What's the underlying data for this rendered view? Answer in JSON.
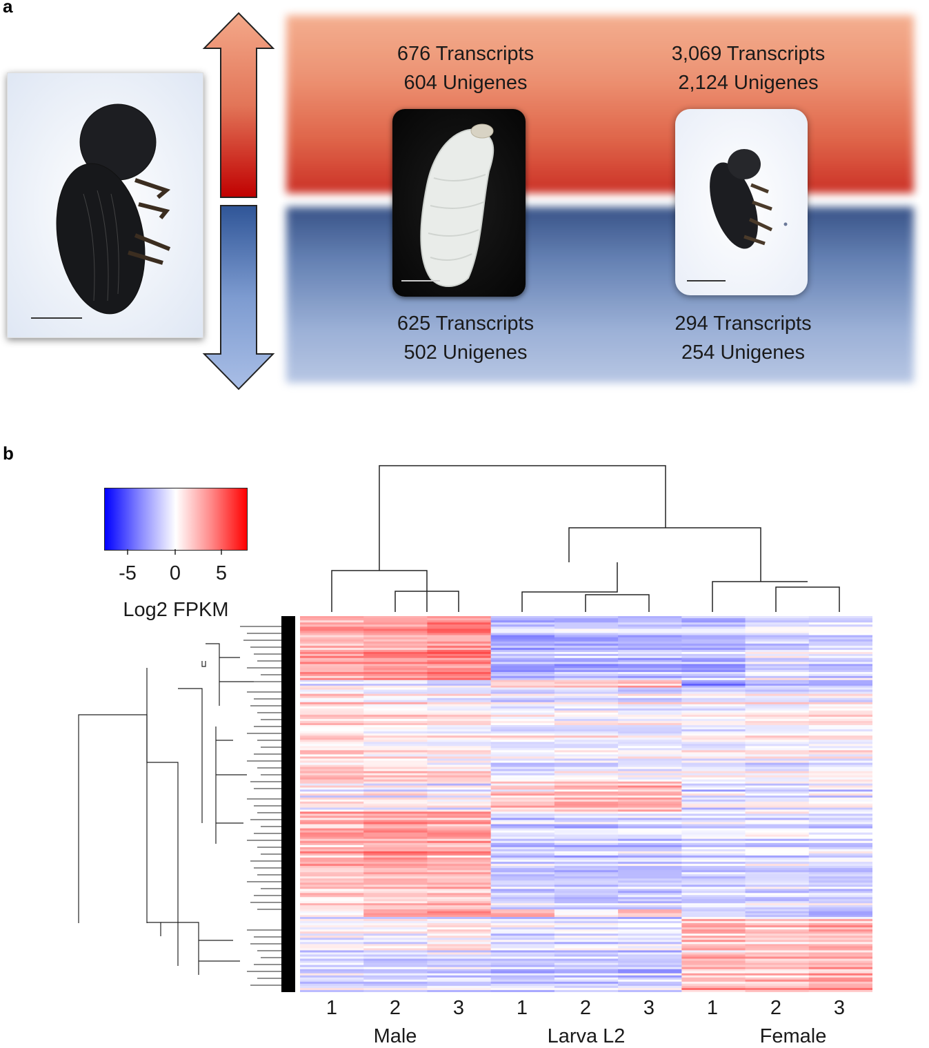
{
  "panel_a": {
    "label": "a",
    "up": {
      "larva": {
        "transcripts": "676 Transcripts",
        "unigenes": "604 Unigenes"
      },
      "female": {
        "transcripts": "3,069 Transcripts",
        "unigenes": "2,124 Unigenes"
      }
    },
    "down": {
      "larva": {
        "transcripts": "625 Transcripts",
        "unigenes": "502 Unigenes"
      },
      "female": {
        "transcripts": "294 Transcripts",
        "unigenes": "254 Unigenes"
      }
    },
    "colors": {
      "up": "#c9261b",
      "down": "#2e4a82"
    }
  },
  "panel_b": {
    "label": "b",
    "colorbar": {
      "ticks": [
        "-5",
        "0",
        "5"
      ],
      "title": "Log2 FPKM",
      "colors": [
        "#0000ff",
        "#ffffff",
        "#ff0000"
      ]
    },
    "groups": [
      {
        "name": "Male",
        "replicates": [
          "1",
          "2",
          "3"
        ]
      },
      {
        "name": "Larva L2",
        "replicates": [
          "1",
          "2",
          "3"
        ]
      },
      {
        "name": "Female",
        "replicates": [
          "1",
          "2",
          "3"
        ]
      }
    ]
  },
  "chart_data": {
    "type": "heatmap",
    "title": "",
    "columns": [
      "Male 1",
      "Male 2",
      "Male 3",
      "Larva L2 1",
      "Larva L2 2",
      "Larva L2 3",
      "Female 1",
      "Female 2",
      "Female 3"
    ],
    "colorscale": {
      "min": -7.5,
      "max": 7.5,
      "ticks": [
        -5,
        0,
        5
      ],
      "label": "Log2 FPKM"
    },
    "row_blocks": [
      {
        "values": [
          5,
          5.5,
          6.5,
          -3,
          -3,
          -3,
          -3,
          -1.5,
          -1.5
        ]
      },
      {
        "values": [
          5,
          6.5,
          7,
          -4,
          -3.5,
          -3.5,
          -3.5,
          -1,
          -1.5
        ]
      },
      {
        "values": [
          -1,
          -1,
          -2,
          3,
          3,
          4,
          -5,
          -4,
          -4
        ]
      },
      {
        "values": [
          2,
          1,
          0.5,
          -0.5,
          -0.5,
          -0.5,
          0,
          0,
          0.5
        ]
      },
      {
        "values": [
          3,
          2,
          1.5,
          -2,
          -1,
          -1,
          -1,
          -1,
          -0.5
        ]
      },
      {
        "values": [
          0,
          -0.5,
          -1,
          2,
          3,
          3.5,
          -2,
          -2,
          -1.5
        ]
      },
      {
        "values": [
          4,
          5,
          4.5,
          -2.5,
          -2.5,
          -2.5,
          -1.5,
          -1.5,
          -2
        ]
      },
      {
        "values": [
          3,
          3.5,
          4,
          -2,
          -2,
          -2,
          -1,
          -1.5,
          -1.5
        ]
      },
      {
        "values": [
          -1,
          4,
          5,
          3,
          -1,
          2,
          -4,
          -4,
          -6
        ]
      },
      {
        "values": [
          -1,
          -1,
          0,
          -2,
          -2,
          -2,
          3,
          2.5,
          3
        ]
      },
      {
        "values": [
          -1.5,
          -2,
          -1.5,
          -2.5,
          -2,
          -2.5,
          4,
          4,
          4.5
        ]
      }
    ],
    "clusters": [
      [
        "Male 2",
        "Male 3"
      ],
      [
        "Male 1"
      ],
      [
        "Larva L2 2",
        "Larva L2 3"
      ],
      [
        "Larva L2 1"
      ],
      [
        "Female 2",
        "Female 3"
      ],
      [
        "Female 1"
      ]
    ],
    "grid": false
  }
}
